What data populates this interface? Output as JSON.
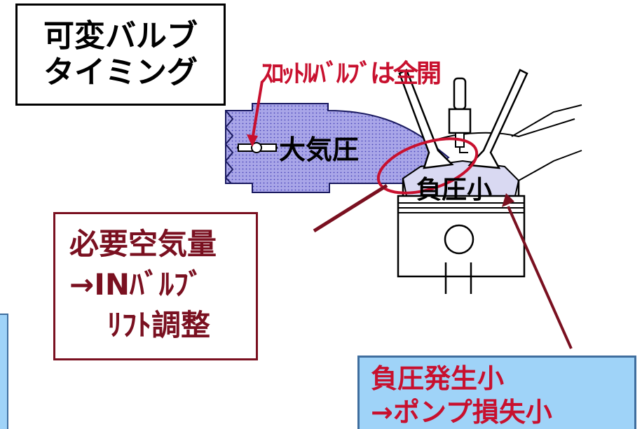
{
  "title_box": {
    "line1": "可変バルブ",
    "line2": "タイミング"
  },
  "labels": {
    "throttle": "ｽﾛｯﾄﾙﾊﾞﾙﾌﾞは全開",
    "atmospheric": "大気圧",
    "low_negative_pressure": "負圧小"
  },
  "air_box": {
    "line1": "必要空気量",
    "line2": "→INﾊﾞﾙﾌﾞ",
    "line3": "ﾘﾌﾄ調整"
  },
  "loss_box": {
    "line1": "負圧発生小",
    "line2": "→ポンプ損失小"
  },
  "colors": {
    "accent_red": "#c8102e",
    "dark_red": "#7a1020",
    "callout_blue": "#9fd3f8",
    "intake_fill": "#a9a6e8",
    "chamber_fill": "#d9d9f2"
  }
}
